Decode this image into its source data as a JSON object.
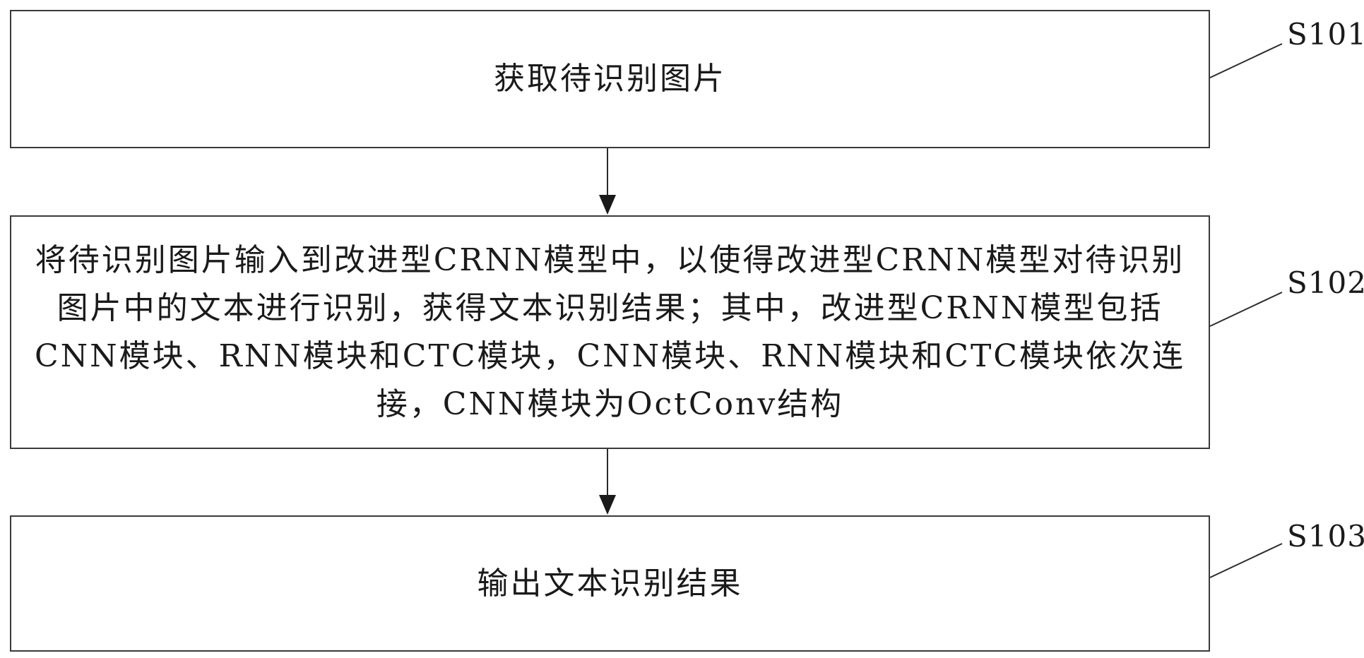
{
  "steps": [
    {
      "id": "S101",
      "text": "获取待识别图片"
    },
    {
      "id": "S102",
      "text": "将待识别图片输入到改进型CRNN模型中，以使得改进型CRNN模型对待识别图片中的文本进行识别，获得文本识别结果；其中，改进型CRNN模型包括CNN模块、RNN模块和CTC模块，CNN模块、RNN模块和CTC模块依次连接，CNN模块为OctConv结构"
    },
    {
      "id": "S103",
      "text": "输出文本识别结果"
    }
  ],
  "colors": {
    "border": "#3a3a3a",
    "text": "#1a1a1a",
    "background": "#ffffff"
  }
}
